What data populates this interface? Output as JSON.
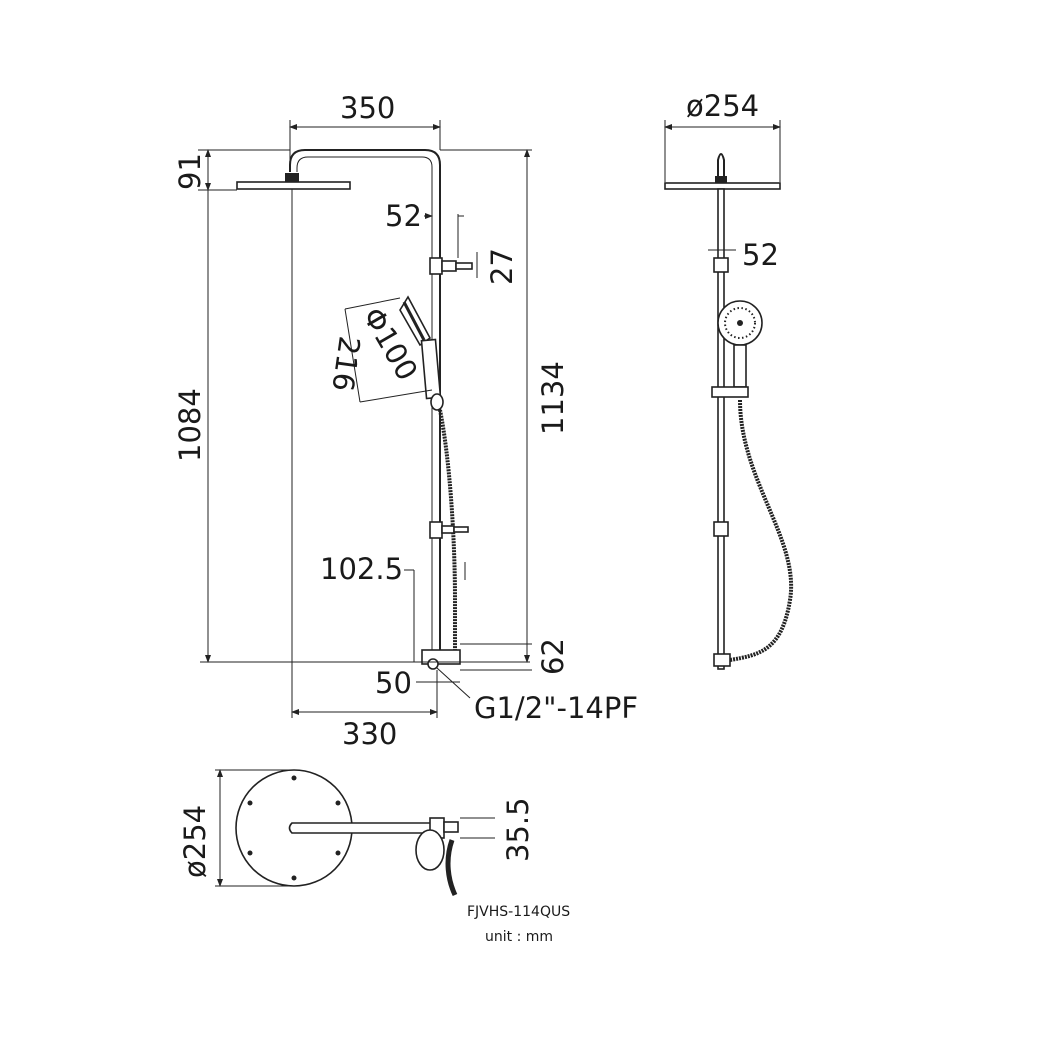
{
  "drawing": {
    "model": "FJVHS-114QUS",
    "unit": "unit : mm",
    "accent_color": "#1a1a1a"
  },
  "front_view": {
    "dim_arm_width": "350",
    "dim_head_height": "91",
    "dim_head_to_outlet": "1084",
    "dim_total_height": "1134",
    "dim_bracket_offset": "52",
    "dim_bracket_depth": "27",
    "dim_handshower_diameter": "Φ100",
    "dim_handshower_length": "216",
    "dim_outlet_offset": "102.5",
    "dim_outlet_height": "62",
    "dim_outlet_width": "50",
    "thread_spec": "G1/2\"-14PF",
    "dim_head_to_wall": "330"
  },
  "side_view": {
    "dim_head_diameter": "ø254",
    "dim_bracket_offset": "52"
  },
  "top_view": {
    "dim_head_diameter": "ø254",
    "dim_wall_offset": "35.5"
  }
}
